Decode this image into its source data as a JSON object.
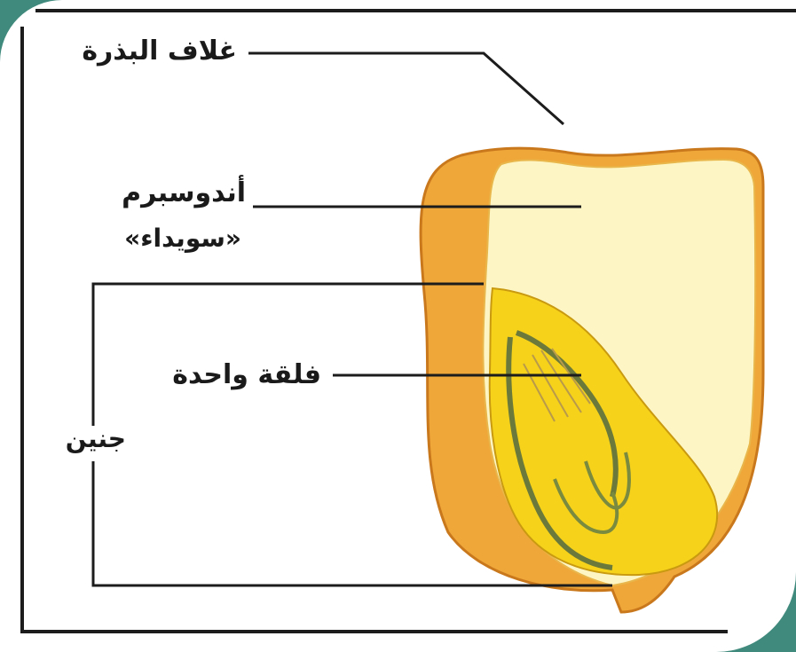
{
  "labels": {
    "seed_coat": "غلاف البذرة",
    "endosperm_line1": "أندوسبرم",
    "endosperm_line2": "«سويداء»",
    "cotyledon": "فلقة واحدة",
    "embryo": "جنين"
  },
  "colors": {
    "frame_background": "#3f8a7c",
    "outline": "#1c1c1c",
    "seed_coat": "#f0a73a",
    "endosperm": "#fdf6c4",
    "embryo_fill": "#f6d21b",
    "embryo_vein": "#6b7a3a"
  }
}
